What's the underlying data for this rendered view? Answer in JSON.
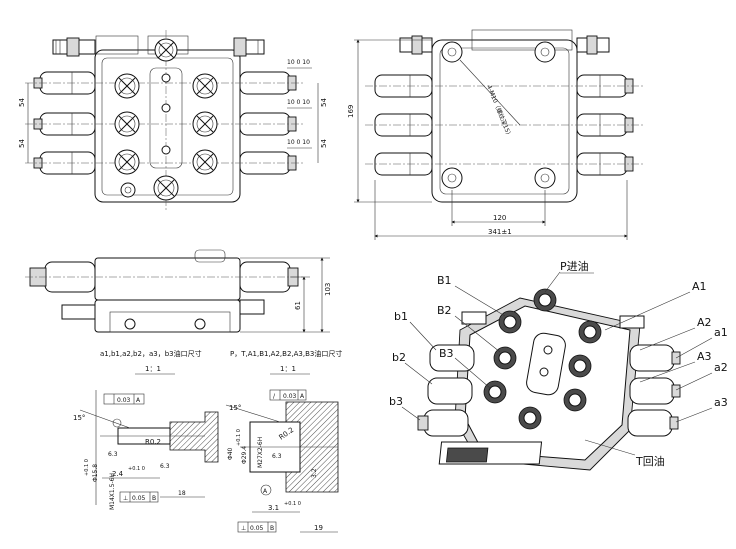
{
  "labels": {
    "top_dim_54_a": "54",
    "top_dim_54_b": "54",
    "top_dim_54_c": "54",
    "top_dim_54_d": "54",
    "flat_10_a": "10 0 10",
    "flat_10_b": "10 0 10",
    "flat_10_c": "10 0 10",
    "height_169": "169",
    "hole_note": "4-M10（螺纹深15）",
    "width_120": "120",
    "width_341": "341±1",
    "height_103": "103",
    "height_61": "61",
    "port_a_caption": "a1,b1,a2,b2，a3，b3油口尺寸",
    "port_a_scale": "1：1",
    "port_p_caption": "P，T,A1,B1,A2,B2,A3,B3油口尺寸",
    "port_p_scale": "1：1",
    "callout_P": "P进油",
    "callout_T": "T回油",
    "callout_A1": "A1",
    "callout_A2": "A2",
    "callout_A3": "A3",
    "callout_a1": "a1",
    "callout_a2": "a2",
    "callout_a3": "a3",
    "callout_B1": "B1",
    "callout_B2": "B2",
    "callout_B3": "B3",
    "callout_b1": "b1",
    "callout_b2": "b2",
    "callout_b3": "b3",
    "da_angle": "15°",
    "da_tol": "0.03",
    "da_ref": "A",
    "da_r02": "R0.2",
    "da_depth": "2.4",
    "da_depth_tol": "+0.1 0",
    "da_dia": "Φ15.8",
    "da_dia_tol": "+0.1 0",
    "da_thread": "M14X1.5-6H",
    "da_perp_tol": "0.05",
    "da_perp_ref": "B",
    "da_len": "18",
    "da_ra": "6.3",
    "dp_angle": "15°",
    "dp_tol": "0.03",
    "dp_ref": "A",
    "dp_r02": "R0.2",
    "dp_dia40": "Φ40",
    "dp_dia": "Φ29.4",
    "dp_dia_tol": "+0.1 0",
    "dp_thread": "M27X2-6H",
    "dp_depth": "3.1",
    "dp_depth_tol": "+0.1 0",
    "dp_len": "19",
    "dp_perp_tol": "0.05",
    "dp_perp_ref": "B",
    "dp_ra": "6.3",
    "dp_ra2": "3.2",
    "dp_datum": "A"
  }
}
